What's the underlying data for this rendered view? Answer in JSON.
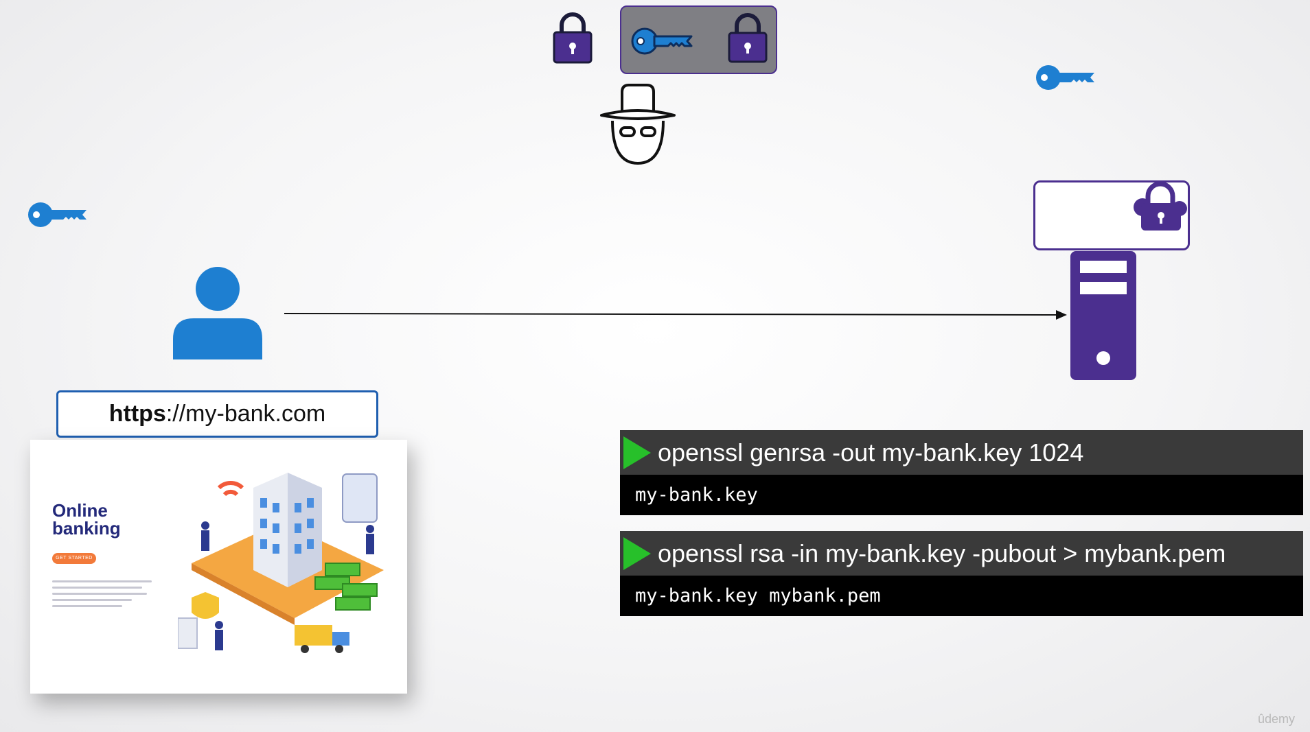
{
  "url_bar": {
    "scheme": "https",
    "rest": "://my-bank.com"
  },
  "website": {
    "title_line1": "Online",
    "title_line2": "banking",
    "cta": "GET STARTED"
  },
  "terminal": [
    {
      "command": "openssl genrsa -out my-bank.key 1024",
      "output": "my-bank.key"
    },
    {
      "command": "openssl rsa -in my-bank.key -pubout > mybank.pem",
      "output": "my-bank.key mybank.pem"
    }
  ],
  "watermark": "ûdemy",
  "colors": {
    "key_blue": "#1e7fd1",
    "lock_purple": "#4b2f8f",
    "user_blue": "#1e7fd1",
    "server_purple": "#4b2f8f",
    "terminal_header": "#3a3a3a",
    "terminal_output": "#000000",
    "play_green": "#27c02a"
  },
  "icons": [
    "padlock-icon",
    "key-icon",
    "hacker-icon",
    "user-icon",
    "server-icon",
    "certificate-lock-icon",
    "arrow-icon"
  ]
}
